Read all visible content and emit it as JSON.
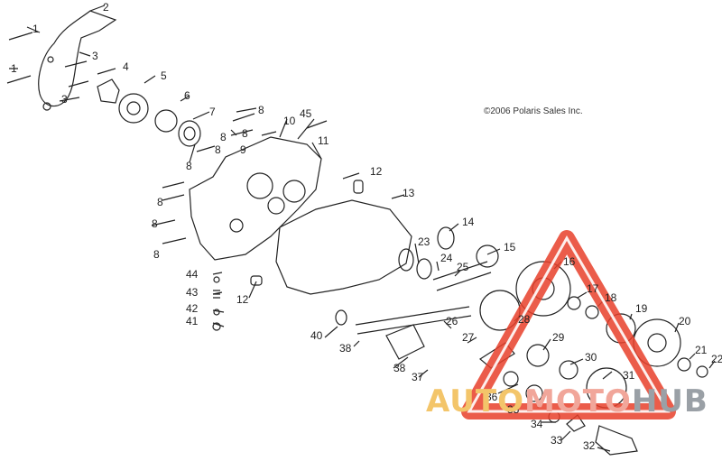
{
  "copyright": "©2006 Polaris Sales Inc.",
  "watermark": {
    "part1": "AUTO",
    "part2": "MOTO",
    "part3": "HUB"
  },
  "colors": {
    "line": "#222222",
    "watermark_red": "#e8402a",
    "watermark_orange": "#f3c56a",
    "watermark_grey": "#9aa0a6"
  },
  "callouts": [
    {
      "id": "1a",
      "text": "1"
    },
    {
      "id": "1b",
      "text": "1"
    },
    {
      "id": "2",
      "text": "2"
    },
    {
      "id": "3a",
      "text": "3"
    },
    {
      "id": "3b",
      "text": "3"
    },
    {
      "id": "4",
      "text": "4"
    },
    {
      "id": "5",
      "text": "5"
    },
    {
      "id": "6",
      "text": "6"
    },
    {
      "id": "7",
      "text": "7"
    },
    {
      "id": "8a",
      "text": "8"
    },
    {
      "id": "8b",
      "text": "8"
    },
    {
      "id": "8c",
      "text": "8"
    },
    {
      "id": "8d",
      "text": "8"
    },
    {
      "id": "8e",
      "text": "8"
    },
    {
      "id": "8f",
      "text": "8"
    },
    {
      "id": "8g",
      "text": "8"
    },
    {
      "id": "8h",
      "text": "8"
    },
    {
      "id": "9",
      "text": "9"
    },
    {
      "id": "10",
      "text": "10"
    },
    {
      "id": "45",
      "text": "45"
    },
    {
      "id": "11",
      "text": "11"
    },
    {
      "id": "12a",
      "text": "12"
    },
    {
      "id": "12b",
      "text": "12"
    },
    {
      "id": "13",
      "text": "13"
    },
    {
      "id": "14",
      "text": "14"
    },
    {
      "id": "15",
      "text": "15"
    },
    {
      "id": "16",
      "text": "16"
    },
    {
      "id": "17",
      "text": "17"
    },
    {
      "id": "18",
      "text": "18"
    },
    {
      "id": "19",
      "text": "19"
    },
    {
      "id": "20",
      "text": "20"
    },
    {
      "id": "21",
      "text": "21"
    },
    {
      "id": "22",
      "text": "22"
    },
    {
      "id": "23",
      "text": "23"
    },
    {
      "id": "24",
      "text": "24"
    },
    {
      "id": "25",
      "text": "25"
    },
    {
      "id": "26",
      "text": "26"
    },
    {
      "id": "27",
      "text": "27"
    },
    {
      "id": "28",
      "text": "28"
    },
    {
      "id": "29",
      "text": "29"
    },
    {
      "id": "30",
      "text": "30"
    },
    {
      "id": "31",
      "text": "31"
    },
    {
      "id": "32",
      "text": "32"
    },
    {
      "id": "33",
      "text": "33"
    },
    {
      "id": "34",
      "text": "34"
    },
    {
      "id": "35",
      "text": "35"
    },
    {
      "id": "36",
      "text": "36"
    },
    {
      "id": "37",
      "text": "37"
    },
    {
      "id": "38a",
      "text": "38"
    },
    {
      "id": "38b",
      "text": "38"
    },
    {
      "id": "40",
      "text": "40"
    },
    {
      "id": "41",
      "text": "41"
    },
    {
      "id": "42",
      "text": "42"
    },
    {
      "id": "43",
      "text": "43"
    },
    {
      "id": "44",
      "text": "44"
    }
  ]
}
